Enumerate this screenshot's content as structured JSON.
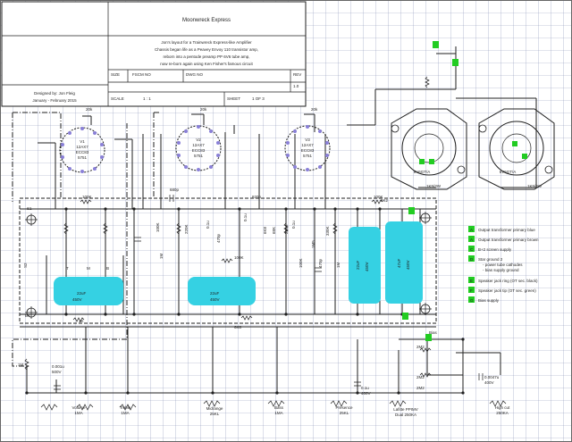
{
  "title_block": {
    "title": "Moonwreck Express",
    "description": [
      "Jon's layout for a Trainwreck Express-like Amplifier",
      "Chassis began life as a Peavey Envoy 110  transistor amp,",
      "reborn into a pentode preamp PP 6V6 tube amp,",
      "now re-born again using Ken Fisher's famous circuit"
    ],
    "size_label": "SIZE",
    "fscm_label": "FSCM NO",
    "dwg_label": "DWG NO",
    "rev_label": "REV",
    "rev_value": "1.0",
    "scale_label": "SCALE",
    "scale_value": "1 : 1",
    "sheet_label": "SHEET",
    "sheet_value": "1 OF 3",
    "designer": "Designed by: Jon Fleig",
    "date": "January - February 2015"
  },
  "tubes": [
    {
      "name": "V1",
      "type": "12AX7",
      "alt1": "ECC83",
      "alt2": "5751"
    },
    {
      "name": "V2",
      "type": "12AX7",
      "alt1": "ECC83",
      "alt2": "5751"
    },
    {
      "name": "V3",
      "type": "12AX7",
      "alt1": "ECC83",
      "alt2": "5751"
    }
  ],
  "power_tubes": [
    {
      "type": "6V6GT/A",
      "resistor": "1K5/3W"
    },
    {
      "type": "6V6GT/A",
      "resistor": "1K5/3W"
    }
  ],
  "components": {
    "cap1_value": "22uF",
    "cap1_volt": "450V",
    "cap2_value": "22uF",
    "cap2_volt": "450V",
    "cap3_value": "22uF",
    "cap3_volt": "450V",
    "cap4_value": "47uF",
    "cap4_volt": "450V"
  },
  "labels": [
    {
      "t": "20k"
    },
    {
      "t": "20k"
    },
    {
      "t": "20k"
    },
    {
      "t": "100K"
    },
    {
      "t": "100K"
    },
    {
      "t": "680p"
    },
    {
      "t": "820p"
    },
    {
      "t": "0.1u"
    },
    {
      "t": "0.1u"
    },
    {
      "t": "100K"
    },
    {
      "t": "8K2"
    },
    {
      "t": "1K"
    },
    {
      "t": "6K8"
    },
    {
      "t": "Bias"
    },
    {
      "t": "2M2"
    },
    {
      "t": "2M2"
    },
    {
      "t": "2M2"
    },
    {
      "t": "0.1u"
    },
    {
      "t": "400V"
    },
    {
      "t": "0.001u"
    },
    {
      "t": "500V"
    },
    {
      "t": "0.0047u"
    },
    {
      "t": "400V"
    },
    {
      "t": "1M"
    },
    {
      "t": "S1"
    },
    {
      "t": "S2"
    },
    {
      "t": "B+"
    },
    {
      "t": "T"
    },
    {
      "t": "M"
    },
    {
      "t": "B"
    },
    {
      "t": "100K"
    },
    {
      "t": "220K"
    },
    {
      "t": "1M"
    },
    {
      "t": "470p"
    },
    {
      "t": "6K8"
    },
    {
      "t": "220K"
    },
    {
      "t": "100K"
    },
    {
      "t": "1M5"
    },
    {
      "t": "330K"
    },
    {
      "t": "470p"
    },
    {
      "t": "1M"
    },
    {
      "t": "68K"
    },
    {
      "t": "0.1u"
    }
  ],
  "legend": [
    {
      "code": "A",
      "text": "Output transformer primary blue"
    },
    {
      "code": "A",
      "text": "Output transformer primary brown"
    },
    {
      "code": "C",
      "text": "B+2 screen supply"
    },
    {
      "code": "D",
      "text": "Star ground 2"
    },
    {
      "code": "",
      "text": "- power tube cathodes"
    },
    {
      "code": "",
      "text": "- bias supply ground"
    },
    {
      "code": "E",
      "text": "Speaker jack ring (OT sec. black)"
    },
    {
      "code": "F",
      "text": "Speaker jack tip (OT sec. green)"
    },
    {
      "code": "G",
      "text": "Bias supply"
    }
  ],
  "pots": [
    {
      "name": "Volume",
      "value": "1MA"
    },
    {
      "name": "Treble",
      "value": "1MA"
    },
    {
      "name": "Midrange",
      "value": "25KL"
    },
    {
      "name": "Bass",
      "value": "1MA"
    },
    {
      "name": "Presence",
      "value": "25KL"
    },
    {
      "name": "Lafitte PPIMV",
      "value": "Dual 250KA"
    },
    {
      "name": "High cut",
      "value": "250KA"
    }
  ],
  "colors": {
    "grid": "#8a94b8",
    "capacitor_fill": "#35d1e3",
    "marker_green": "#22cc22",
    "tube_pins": "#8a80d8"
  }
}
